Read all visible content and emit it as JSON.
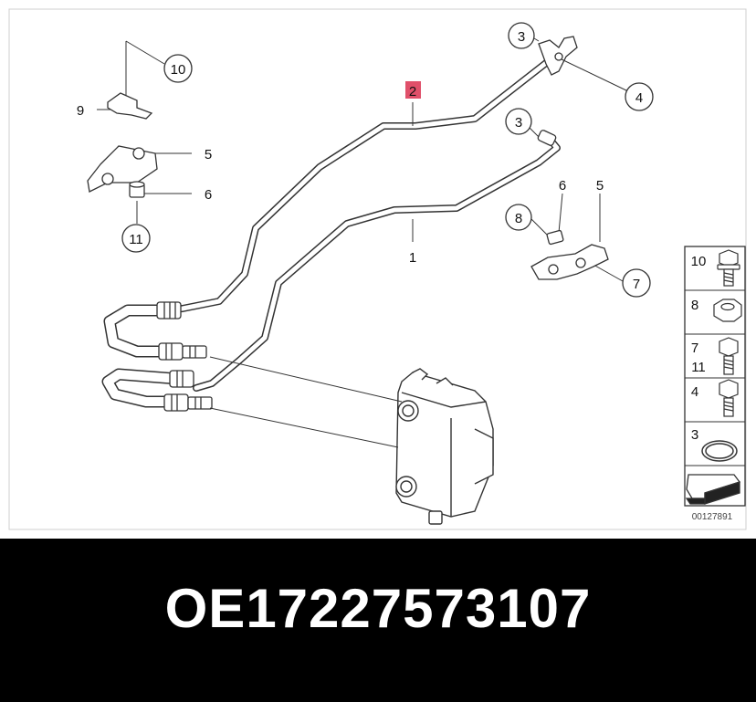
{
  "diagram": {
    "callouts": {
      "c2": "2",
      "c1": "1",
      "c3a": "3",
      "c3b": "3",
      "c4": "4",
      "c5a": "5",
      "c5b": "5",
      "c6a": "6",
      "c6b": "6",
      "c7": "7",
      "c8": "8",
      "c9": "9",
      "c10": "10",
      "c11": "11"
    },
    "highlight_color": "#e0506a",
    "side_panel": {
      "items": [
        {
          "labels": [
            "10"
          ],
          "icon": "hex-bolt-flanged-icon"
        },
        {
          "labels": [
            "8"
          ],
          "icon": "hex-nut-icon"
        },
        {
          "labels": [
            "7",
            "11"
          ],
          "icon": "hex-bolt-icon"
        },
        {
          "labels": [
            "4"
          ],
          "icon": "hex-bolt-short-icon"
        },
        {
          "labels": [
            "3"
          ],
          "icon": "o-ring-icon"
        },
        {
          "labels": [],
          "icon": "catalog-arrow-icon"
        }
      ],
      "drawing_code": "00127891"
    }
  },
  "part_number": "OE17227573107"
}
